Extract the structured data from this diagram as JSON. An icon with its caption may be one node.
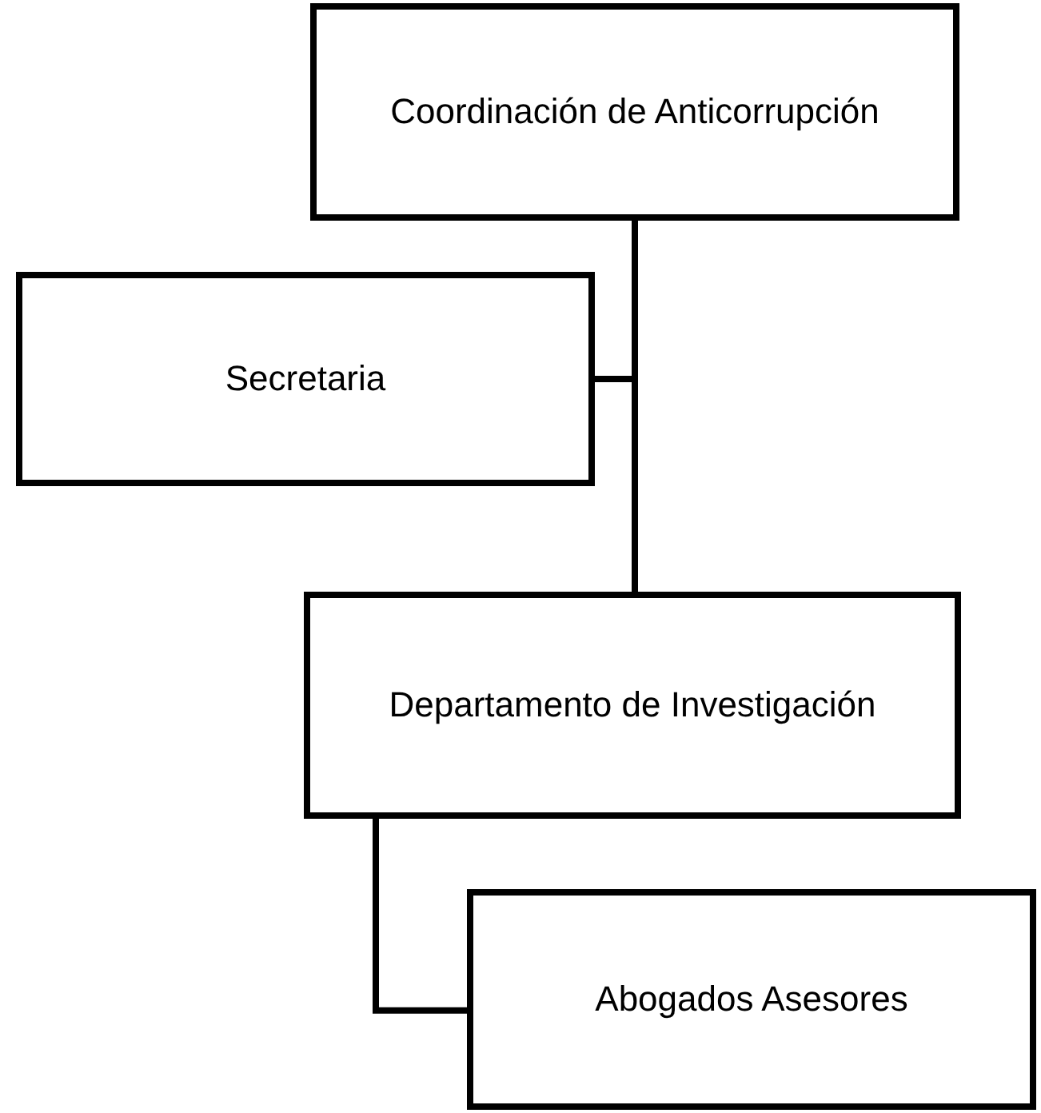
{
  "diagram": {
    "nodes": [
      {
        "text": [
          "Coordinación de Anticorrupción"
        ]
      },
      {
        "text": [
          "Secretaria"
        ]
      },
      {
        "text": [
          "Departamento de Investigación"
        ]
      },
      {
        "text": [
          "Abogados Asesores"
        ]
      }
    ],
    "edges": [
      {
        "from": 0,
        "to": 1,
        "arrow": "none"
      },
      {
        "from": 0,
        "to": 2,
        "arrow": "none"
      },
      {
        "from": 2,
        "to": 3,
        "arrow": "none"
      }
    ]
  }
}
